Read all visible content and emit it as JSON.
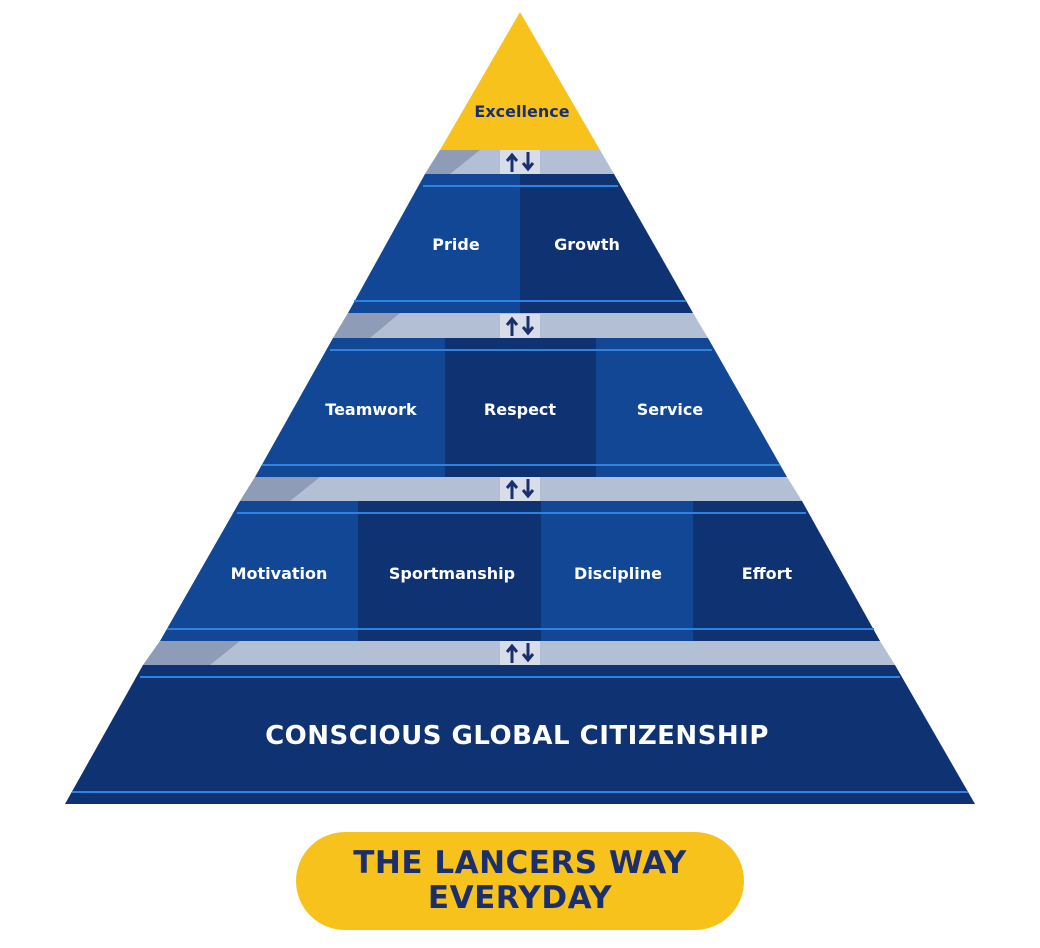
{
  "pyramid": {
    "apex": {
      "label": "Excellence"
    },
    "tiers": [
      {
        "cells": [
          "Pride",
          "Growth"
        ]
      },
      {
        "cells": [
          "Teamwork",
          "Respect",
          "Service"
        ]
      },
      {
        "cells": [
          "Motivation",
          "Sportmanship",
          "Discipline",
          "Effort"
        ]
      }
    ],
    "base": {
      "label": "CONSCIOUS GLOBAL CITIZENSHIP"
    },
    "connector_icon": "up-down-arrows-icon"
  },
  "banner": {
    "line1": "THE LANCERS WAY",
    "line2": "EVERYDAY"
  },
  "colors": {
    "gold": "#f7c21b",
    "navy_light": "#114794",
    "navy_dark": "#0f3273",
    "base_navy": "#0f3273",
    "stripe": "#2e82e0",
    "connector": "#b3bfd4",
    "text_dark": "#1b2f6e"
  }
}
